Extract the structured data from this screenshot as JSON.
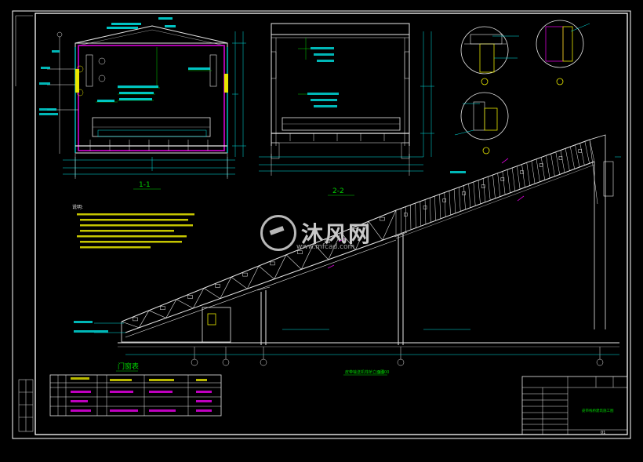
{
  "section_labels": {
    "s1": "1-1",
    "s2": "2-2",
    "elevation": "皮带输送机栈桥立面图",
    "elevation_scale": "1:100",
    "door_schedule": "门窗表"
  },
  "watermark": {
    "text": "沐风网",
    "url": "www.mfcad.com"
  },
  "notes": {
    "title": "说明:"
  },
  "title_block": {
    "drawing_title": "皮带栈桥建筑施工图",
    "sheet_no": "01"
  },
  "colors": {
    "background": "#000000",
    "border": "#ffffff",
    "line": "#e8e8e8",
    "cyan": "#00e5e5",
    "yellow": "#e8e800",
    "green": "#00d400",
    "magenta": "#d400d4",
    "red": "#e80000",
    "gray": "#9a9a9a"
  }
}
